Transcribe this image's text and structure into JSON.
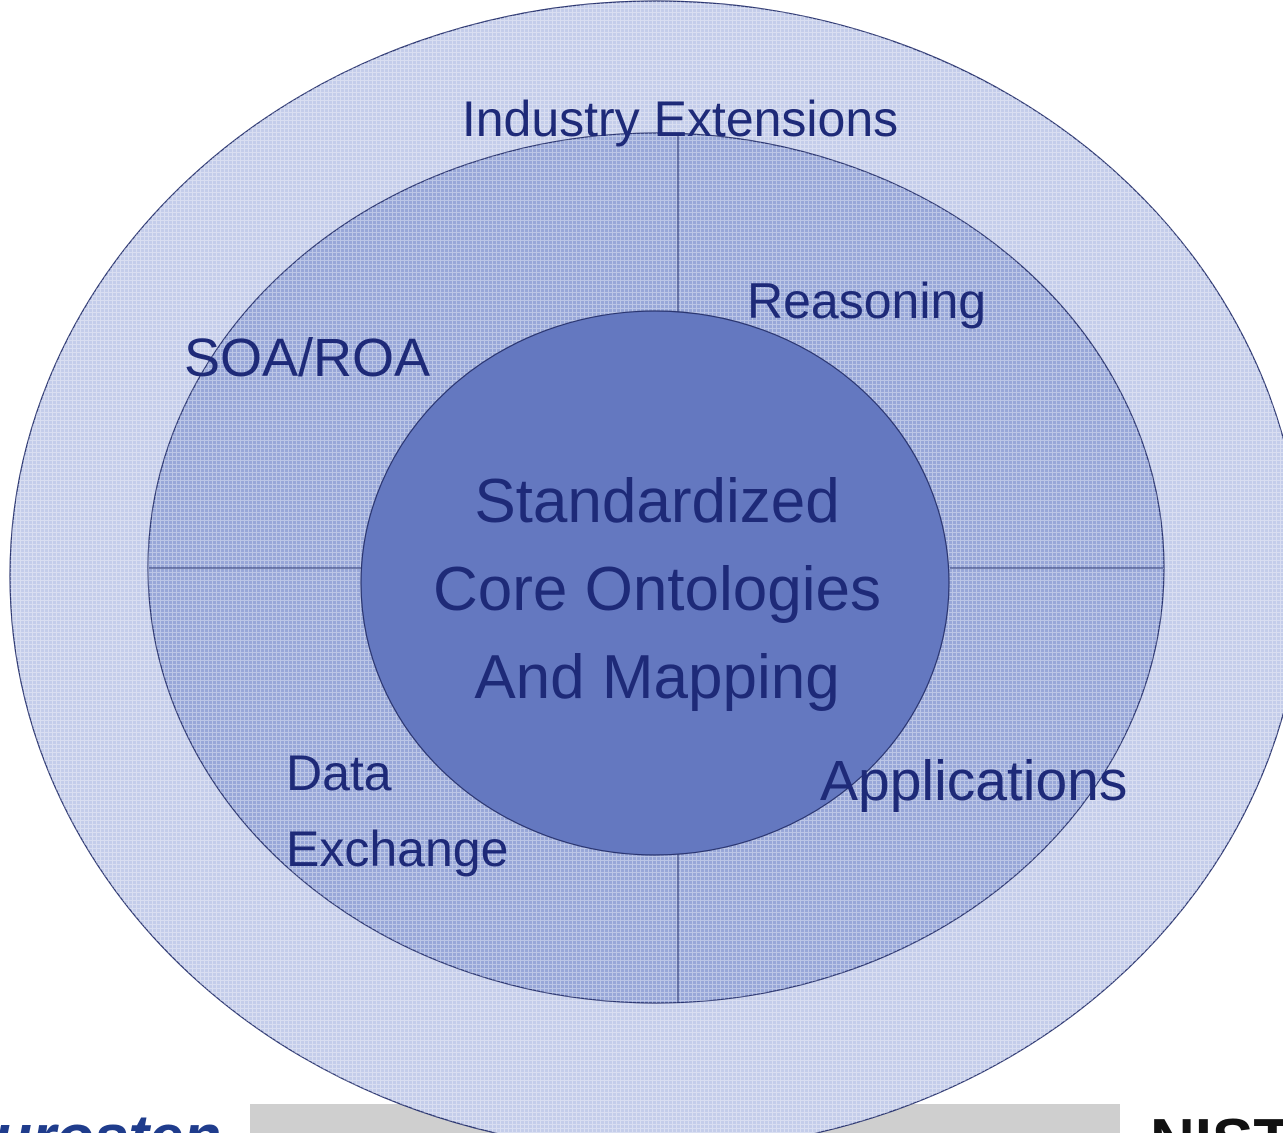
{
  "diagram": {
    "outer_ring_label": "Industry Extensions",
    "quadrants": {
      "top_left": "SOA/ROA",
      "top_right": "Reasoning",
      "bottom_left_line1": "Data",
      "bottom_left_line2": "Exchange",
      "bottom_right": "Applications"
    },
    "core": {
      "line1": "Standardized",
      "line2": "Core Ontologies",
      "line3": "And Mapping"
    },
    "colors": {
      "outer_ring": "#c4cdea",
      "middle_ring": "#98a7d8",
      "core": "#6478c0",
      "outline": "#2a3570",
      "text": "#1e2a78",
      "footer_bar": "#cfcfcf"
    }
  },
  "footer": {
    "left_logo_text": "urosten",
    "right_logo_text": "NIST"
  }
}
